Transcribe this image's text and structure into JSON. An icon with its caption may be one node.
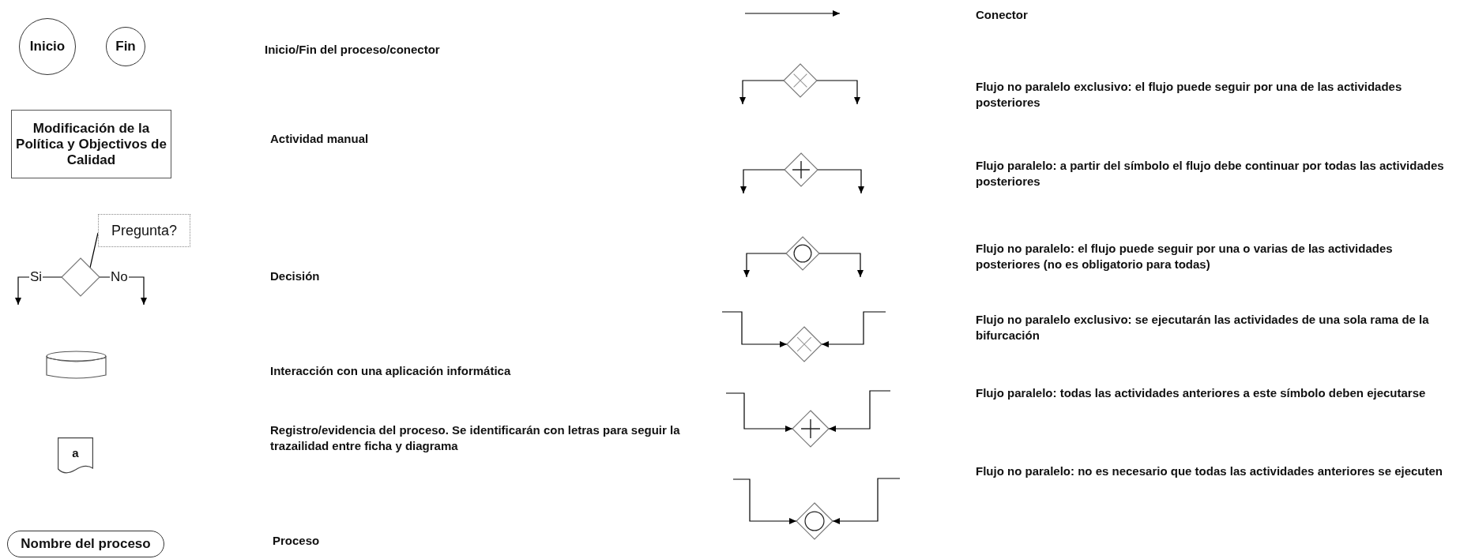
{
  "diagram": {
    "nodes": [
      {
        "text": [
          "Inicio"
        ]
      },
      {
        "text": [
          "Fin"
        ]
      },
      {
        "text": [
          "Modificación de la Política y Objectivos de Calidad"
        ]
      },
      {
        "text": [
          "Pregunta?"
        ]
      },
      {
        "text": [],
        "shape": "diamond"
      },
      {
        "text": [],
        "shape": "cylinder"
      },
      {
        "text": [
          "a"
        ]
      },
      {
        "text": [
          "Nombre del proceso"
        ]
      },
      {
        "text": [],
        "shape": "diamond"
      },
      {
        "text": [],
        "shape": "diamond"
      },
      {
        "text": [],
        "shape": "diamond"
      },
      {
        "text": [],
        "shape": "diamond"
      },
      {
        "text": [],
        "shape": "diamond"
      },
      {
        "text": [],
        "shape": "diamond"
      }
    ],
    "edges": [
      {
        "from": 3,
        "to": 4,
        "arrow": "none"
      },
      {
        "from": 4,
        "to": null,
        "arrow": "to",
        "label": "Si"
      },
      {
        "from": 4,
        "to": null,
        "arrow": "to",
        "label": "No"
      },
      {
        "from": 8,
        "to": null,
        "arrow": "to"
      },
      {
        "from": 8,
        "to": null,
        "arrow": "to"
      },
      {
        "from": 9,
        "to": null,
        "arrow": "to"
      },
      {
        "from": 9,
        "to": null,
        "arrow": "to"
      },
      {
        "from": 10,
        "to": null,
        "arrow": "to"
      },
      {
        "from": 10,
        "to": null,
        "arrow": "to"
      },
      {
        "from": null,
        "to": 11,
        "arrow": "to"
      },
      {
        "from": null,
        "to": 11,
        "arrow": "to"
      },
      {
        "from": null,
        "to": 12,
        "arrow": "to"
      },
      {
        "from": null,
        "to": 12,
        "arrow": "to"
      },
      {
        "from": null,
        "to": 13,
        "arrow": "to"
      },
      {
        "from": null,
        "to": 13,
        "arrow": "to"
      }
    ],
    "labels": [
      "Inicio/Fin del proceso/conector",
      "Flujo no paralelo exclusivo: el flujo puede seguir por una de las actividades posteriores",
      "Actividad manual",
      "Flujo paralelo: a partir del símbolo el flujo debe continuar por todas las actividades posteriores",
      "Decisión",
      "Flujo no paralelo: el flujo puede seguir por una o varias de las actividades posteriores (no es obligatorio para todas)",
      "Flujo no paralelo exclusivo: se ejecutarán las actividades de una sola rama de la bifurcación",
      "Interacción con una aplicación informática",
      "Flujo paralelo: todas las actividades anteriores a este símbolo deben ejecutarse",
      "Registro/evidencia del proceso. Se identificarán con letras para seguir la trazailidad entre ficha y diagrama",
      "Flujo no paralelo: no es necesario que todas las actividades anteriores se ejecuten",
      "Proceso"
    ],
    "legend": [
      {
        "text": "Conector"
      }
    ]
  }
}
